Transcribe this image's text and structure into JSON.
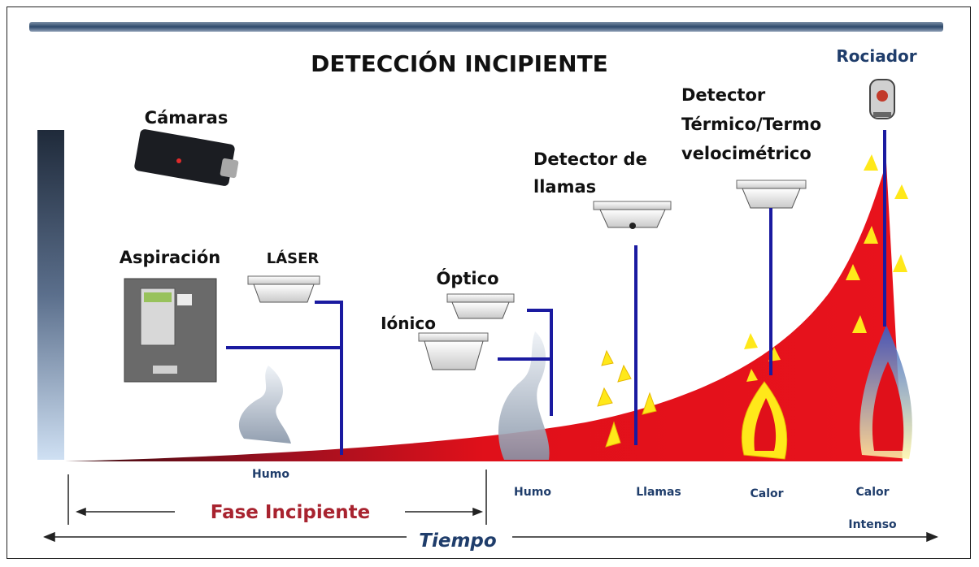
{
  "title": "DETECCIÓN INCIPIENTE",
  "labels": {
    "camaras": "Cámaras",
    "aspiracion": "Aspiración",
    "laser": "LÁSER",
    "optico": "Óptico",
    "ionico": "Iónico",
    "detector_llamas_1": "Detector de",
    "detector_llamas_2": "llamas",
    "detector_termico_1": "Detector",
    "detector_termico_2": "Térmico/Termo",
    "detector_termico_3": "velocimétrico",
    "rociador": "Rociador"
  },
  "stages": {
    "humo_1": "Humo",
    "humo_2": "Humo",
    "llamas": "Llamas",
    "calor": "Calor",
    "calor_intenso_1": "Calor",
    "calor_intenso_2": "Intenso"
  },
  "phase": "Fase Incipiente",
  "time": "Tiempo",
  "colors": {
    "pipe": "#1a1aa0",
    "fire": "#e0101a",
    "flame": "#ffe81a",
    "phase_text": "#a8232f",
    "time_text": "#1f3d6b"
  }
}
